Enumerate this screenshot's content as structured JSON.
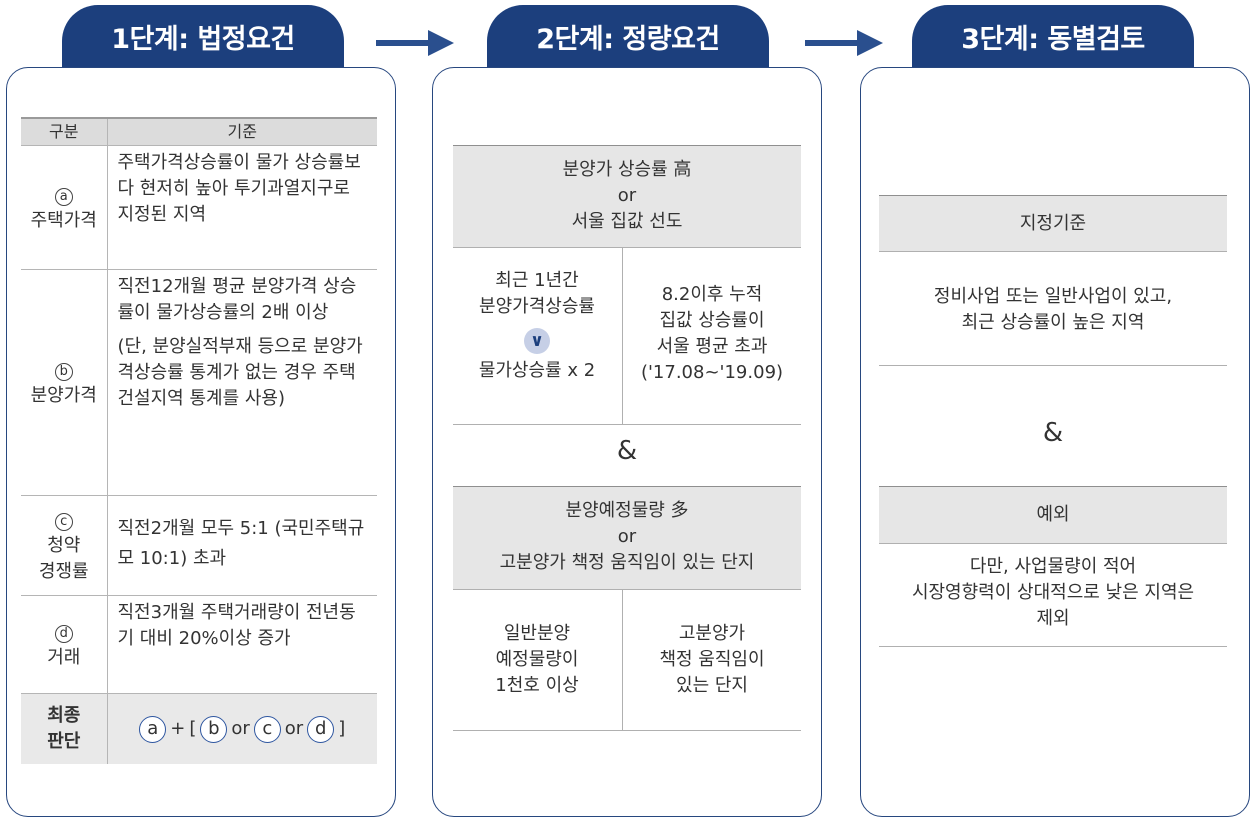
{
  "stages": [
    {
      "title": "1단계: 법정요건"
    },
    {
      "title": "2단계: 정량요건"
    },
    {
      "title": "3단계: 동별검토"
    }
  ],
  "stage1": {
    "header": {
      "col1": "구분",
      "col2": "기준"
    },
    "rows": [
      {
        "mark": "a",
        "label": "주택가격",
        "text": "주택가격상승률이 물가 상승률보다 현저히 높아 투기과열지구로 지정된 지역"
      },
      {
        "mark": "b",
        "label": "분양가격",
        "text": "직전12개월 평균 분양가격 상승률이 물가상승률의 2배 이상",
        "note": "(단, 분양실적부재 등으로 분양가격상승률 통계가 없는 경우 주택건설지역 통계를 사용)"
      },
      {
        "mark": "c",
        "label_line1": "청약",
        "label_line2": "경쟁률",
        "text": "직전2개월 모두 5:1 (국민주택규모 10:1) 초과"
      },
      {
        "mark": "d",
        "label": "거래",
        "text": "직전3개월 주택거래량이 전년동기 대비 20%이상 증가"
      }
    ],
    "final": {
      "label_line1": "최종",
      "label_line2": "판단",
      "plus": "+",
      "open": "[",
      "or1": "or",
      "or2": "or",
      "close": "]",
      "marks": [
        "a",
        "b",
        "c",
        "d"
      ]
    }
  },
  "stage2": {
    "top_bar": {
      "line1": "분양가 상승률 高",
      "line2": "or",
      "line3": "서울 집값 선도"
    },
    "left": {
      "line1": "최근 1년간",
      "line2": "분양가격상승률",
      "badge": "∨",
      "line3": "물가상승률 x 2"
    },
    "right": {
      "line1": "8.2이후 누적",
      "line2": "집값 상승률이",
      "line3": "서울 평균 초과",
      "line4": "('17.08~'19.09)"
    },
    "amp": "&",
    "mid_bar": {
      "line1": "분양예정물량 多",
      "line2": "or",
      "line3": "고분양가 책정 움직임이 있는 단지"
    },
    "bottom_left": {
      "line1": "일반분양",
      "line2": "예정물량이",
      "line3": "1천호 이상"
    },
    "bottom_right": {
      "line1": "고분양가",
      "line2": "책정 움직임이",
      "line3": "있는 단지"
    }
  },
  "stage3": {
    "criteria_bar": "지정기준",
    "criteria_line1": "정비사업 또는 일반사업이 있고,",
    "criteria_line2": "최근 상승률이 높은 지역",
    "amp": "&",
    "exception_bar": "예외",
    "exception_line1": "다만, 사업물량이 적어",
    "exception_line2": "시장영향력이 상대적으로 낮은 지역은",
    "exception_line3": "제외"
  },
  "colors": {
    "tab": "#1c3f7d",
    "border": "#27477f",
    "arrow": "#2a4f8e",
    "grey": "#e6e6e6"
  }
}
